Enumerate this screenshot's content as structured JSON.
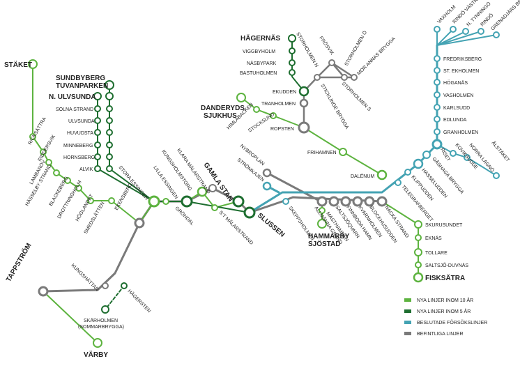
{
  "colors": {
    "new10": "#5db33f",
    "new5": "#1e6e30",
    "trial": "#44a3b3",
    "existing": "#7a7a7a",
    "text": "#222222"
  },
  "legend": [
    {
      "key": "new10",
      "label": "NYA LINJER INOM 10 ÅR"
    },
    {
      "key": "new5",
      "label": "NYA LINJER INOM 5 ÅR"
    },
    {
      "key": "trial",
      "label": "BESLUTADE FÖRSÖKSLINJER"
    },
    {
      "key": "existing",
      "label": "BEFINTLIGA LINJER"
    }
  ],
  "stations": {
    "staket": "STÄKET",
    "ricksattra": "RICKSÄTTRA",
    "riddersvik": "RIDDERSVIK",
    "lambarov": "LAMBARÖV",
    "hasselby_strand": "HÄSSELBY STRAND",
    "blackeberg": "BLACKEBERG",
    "drottningholm": "DROTTNINGHOLM",
    "hoglandet": "HÖGLANDET",
    "smedslatten": "SMEDSLÄTTEN",
    "ekensberg": "EKENSBERG",
    "sundbyberg": "SUNDBYBERG",
    "tuvanparken": "TUVANPARKEN",
    "n_ulvsunda": "N. ULVSUNDA",
    "solna_strand": "SOLNA STRAND",
    "ulvsunda": "ULVSUNDA",
    "huvudsta": "HUVUDSTA",
    "minneberg": "MINNEBERG",
    "hornsberg": "HORNSBERG",
    "alvik": "ALVIK",
    "stora_essingen": "STORA ESSINGEN",
    "lilla_essingen": "LILLA ESSINGEN",
    "kungsholmstorg": "KUNGSHOLMSTORG",
    "klara_malarstrand": "KLARA MÄLARSTRAND",
    "gamla_stan": "GAMLA STAN",
    "grondal": "GRÖNDAL",
    "s_malarstrand": "S:T MÄLARSTRAND",
    "slussen": "SLUSSEN",
    "hagernas": "HÄGERNÄS",
    "viggbyholm": "VIGGBYHOLM",
    "nasbypark": "NÄSBYPARK",
    "bastuholmen": "BASTUHOLMEN",
    "ekudden": "EKUDDEN",
    "tranholmen": "TRANHOLMEN",
    "danderyds": "DANDERYDS",
    "sjukhus": "SJUKHUS",
    "himlabacken": "HIMLABACKEN",
    "stocksund": "STOCKSUND",
    "ropsten": "ROPSTEN",
    "frihamnen": "FRIHAMNEN",
    "dalenum": "DALÉNUM",
    "storholmen_n": "STORHOLMEN N",
    "frosvik": "FRÖSVIK",
    "storholmen_o": "STORHOLMEN Ö",
    "mor_annas_brygga": "MOR ANNAS BRYGGA",
    "sticklinge_brygga": "STICKLINGE BRYGGA",
    "storholmen_s": "STORHOLMEN S",
    "nybroplan": "NYBROPLAN",
    "stromkajen": "STRÖMKAJEN",
    "skeppsholmen": "SKEPPSHOLMEN",
    "allmanna_grand": "ALLMÄNNA GRÄND",
    "masthamnen": "MASTHAMNEN",
    "saltsjoqvarn": "SALTSJÖQVARN",
    "finnboda_hamn": "FINNBODA HAMN",
    "kvarnholmen": "KVARNHOLMEN",
    "blockhusudden": "BLOCKHUSUDDEN",
    "nacka_strand": "NACKA STRAND",
    "hammarby": "HAMMARBY",
    "sjostad": "SJÖSTAD",
    "vaxholm": "VAXHOLM",
    "rindo_vastra": "RINDÖ VÄSTRA",
    "n_tynningo": "N. TYNNINGÖ",
    "rindo": "RINDÖ",
    "grenadjars_bryggan": "GRENADJÄRS BRYGGAN",
    "fredriksberg": "FREDRIKSBERG",
    "st_ekholmen": "ST. EKHOLMEN",
    "hoganas": "HÖGANÄS",
    "vasholmen": "VASHOLMEN",
    "karlsudd": "KARLSUDD",
    "edlunda": "EDLUNDA",
    "granholmen": "GRANHOLMEN",
    "riset": "RISET",
    "kovikshudde": "KOVIKSUDDE",
    "norra_lagno": "NORRA LAGNÖ",
    "alstaket": "ÅLSTÄKET",
    "gashaga_brygga": "GÅSHAGA BRYGGA",
    "hasseludden": "HASSELUDDEN",
    "kluppudden": "KLIPPUDDEN",
    "telegrafberget": "TELEGRAFBERGET",
    "skurusundet": "SKURUSUNDET",
    "eknas": "EKNÄS",
    "tollare": "TOLLARE",
    "saltsjo_duvnas": "SALTSJÖ-DUVNÄS",
    "fisksatra": "FISKSÄTRA",
    "tappstrom": "TAPPSTRÖM",
    "kungshattan": "KUNGSHÄTTAN",
    "hagersten": "HÄGERSTEN",
    "skarholmen": "SKÄRHOLMEN",
    "sommarbrygga": "(SOMMARBRYGGA)",
    "varby": "VÄRBY"
  }
}
